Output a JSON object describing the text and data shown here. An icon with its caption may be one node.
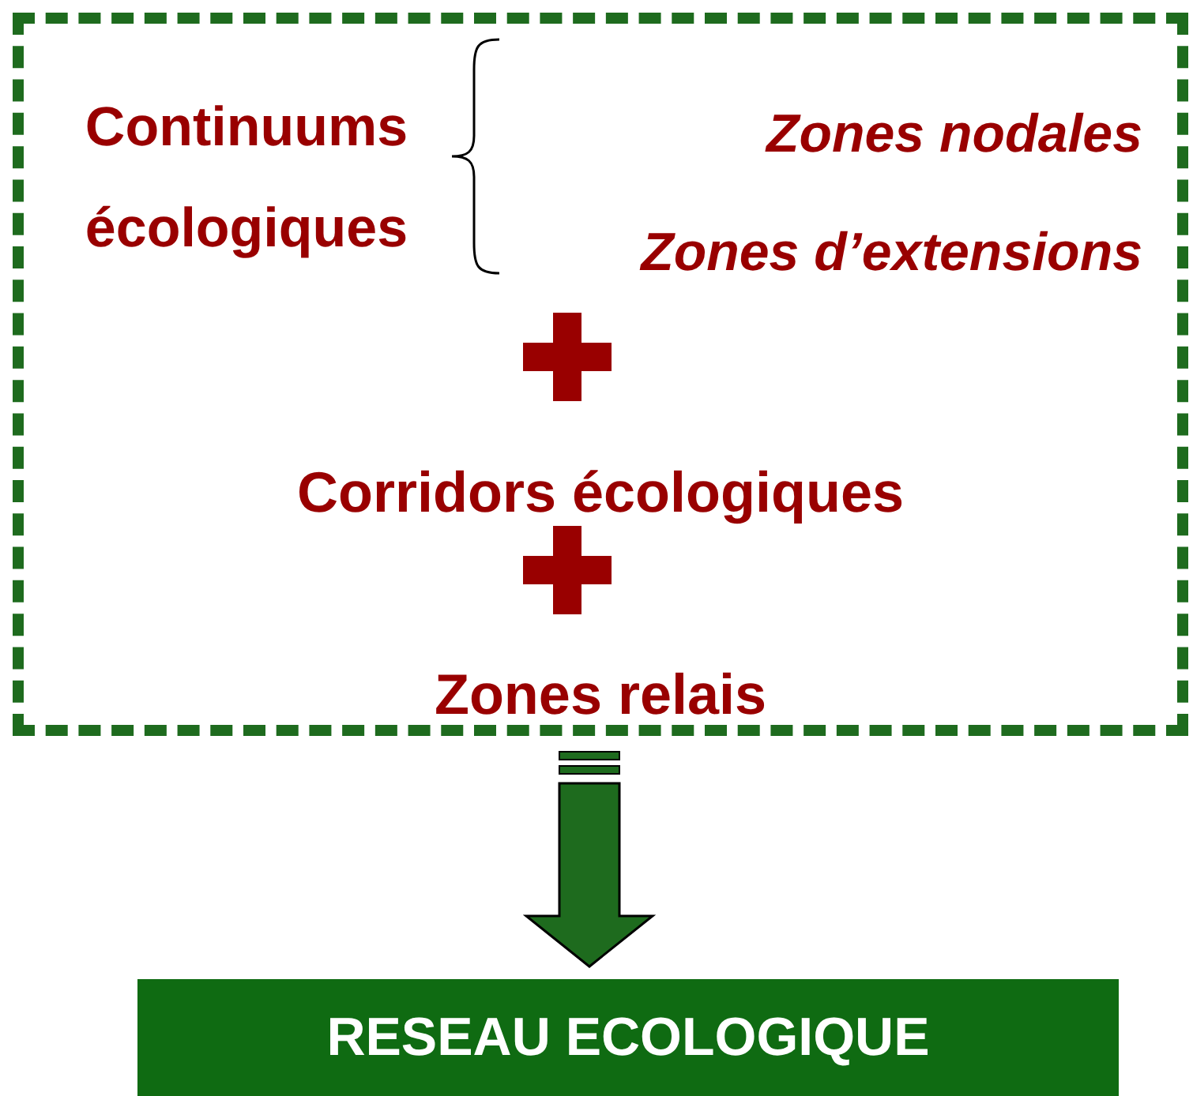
{
  "diagram": {
    "nodes": [
      {
        "text": [
          "Continuums écologiques",
          "Zones nodales",
          "Zones d’extensions",
          "Corridors écologiques",
          "Zones relais"
        ]
      },
      {
        "text": [
          "RESEAU ECOLOGIQUE"
        ]
      }
    ],
    "edges": [
      {
        "from": 0,
        "to": 1,
        "arrow": "to",
        "style": "thick"
      }
    ]
  }
}
